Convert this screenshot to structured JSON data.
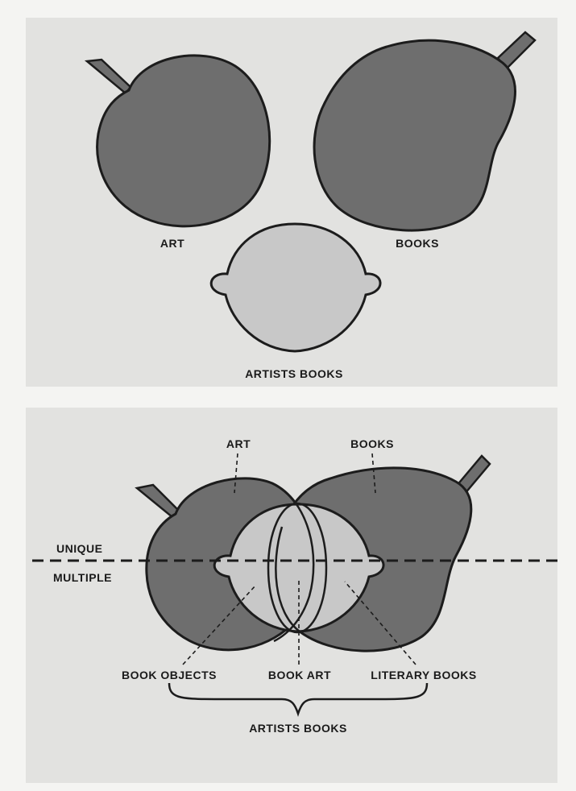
{
  "top_panel": {
    "label_art": "ART",
    "label_books": "BOOKS",
    "label_artists_books": "ARTISTS BOOKS"
  },
  "bottom_panel": {
    "label_art": "ART",
    "label_books": "BOOKS",
    "label_unique": "UNIQUE",
    "label_multiple": "MULTIPLE",
    "label_book_objects": "BOOK OBJECTS",
    "label_book_art": "BOOK ART",
    "label_literary_books": "LITERARY BOOKS",
    "label_artists_books": "ARTISTS BOOKS"
  },
  "colors": {
    "page": "#f4f4f2",
    "panel": "#e2e2e0",
    "fruit_dark": "#6e6e6e",
    "fruit_light": "#c8c8c8",
    "ink": "#1c1c1c"
  }
}
